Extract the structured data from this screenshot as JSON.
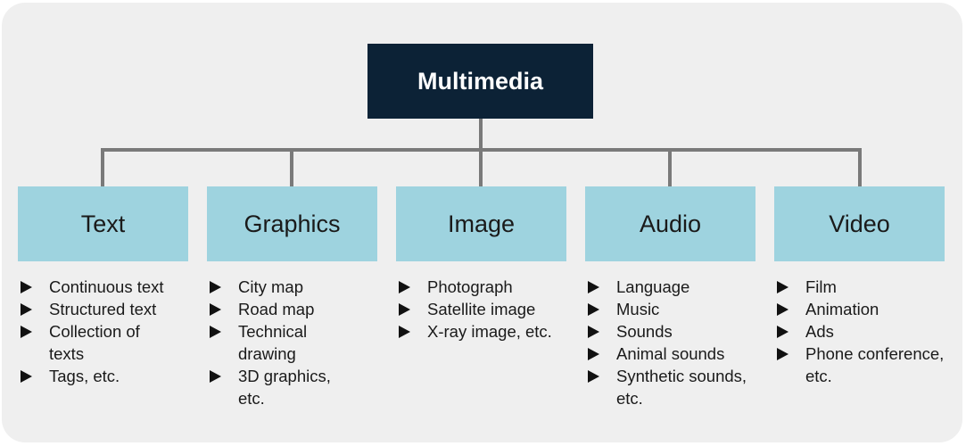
{
  "root": {
    "label": "Multimedia"
  },
  "categories": [
    {
      "label": "Text",
      "items": [
        "Continuous text",
        "Structured text",
        "Collection of texts",
        "Tags, etc."
      ]
    },
    {
      "label": "Graphics",
      "items": [
        "City map",
        "Road map",
        "Technical drawing",
        "3D graphics, etc."
      ]
    },
    {
      "label": "Image",
      "items": [
        "Photograph",
        "Satellite image",
        "X-ray image, etc."
      ]
    },
    {
      "label": "Audio",
      "items": [
        "Language",
        "Music",
        "Sounds",
        "Animal sounds",
        "Synthetic sounds, etc."
      ]
    },
    {
      "label": "Video",
      "items": [
        "Film",
        "Animation",
        "Ads",
        "Phone conference, etc."
      ]
    }
  ],
  "colors": {
    "root_fill": "#0c2236",
    "category_fill": "#9ed3df",
    "connector": "#7a7a7a",
    "panel": "#efefef"
  },
  "icons": {
    "bullet": "right-triangle-bullet-icon"
  }
}
